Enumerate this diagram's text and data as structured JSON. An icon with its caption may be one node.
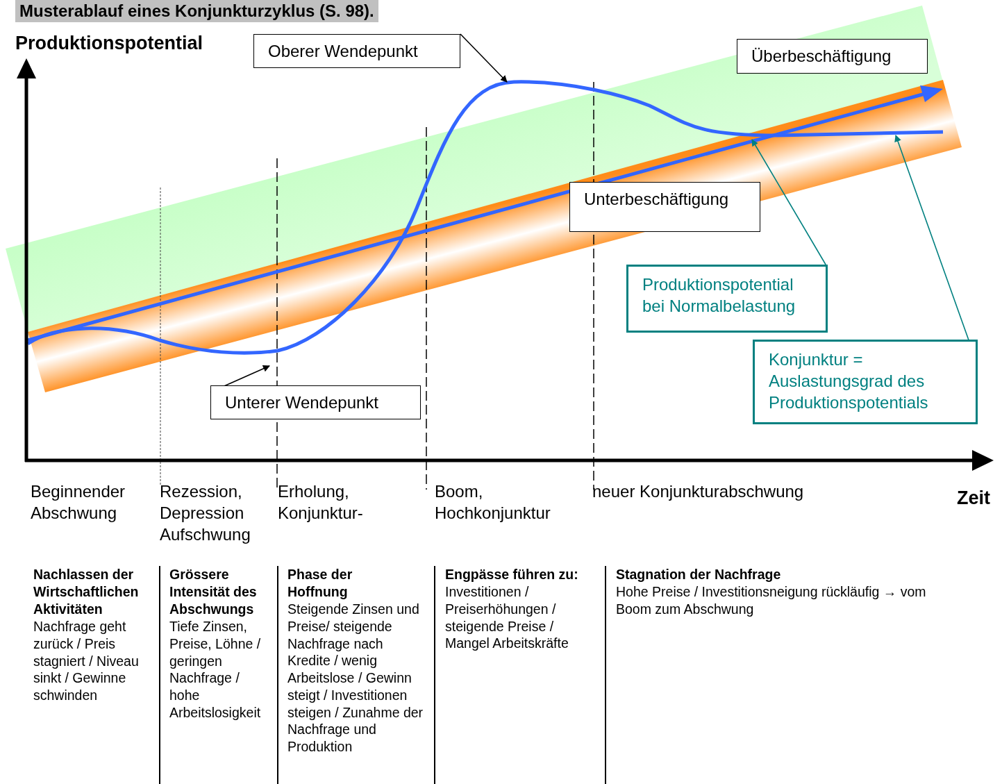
{
  "diagram": {
    "title": "Musterablauf eines Konjunkturzyklus (S. 98).",
    "nodes": [
      {
        "text": [
          "Oberer Wendepunkt"
        ]
      },
      {
        "text": [
          "Unterer Wendepunkt"
        ]
      },
      {
        "text": [
          "Überbeschäftigung"
        ]
      },
      {
        "text": [
          "Unterbeschäftigung"
        ]
      },
      {
        "text": [
          "Produktionspotential bei Normalbelastung"
        ]
      },
      {
        "text": [
          "Konjunktur = Auslastungsgrad des Produktionspotentials"
        ]
      }
    ],
    "edges": [
      {
        "from": 0,
        "to": null,
        "arrow": "to"
      },
      {
        "from": 1,
        "to": null,
        "arrow": "to"
      },
      {
        "from": 4,
        "to": null,
        "arrow": "to",
        "color": "#008080"
      },
      {
        "from": 5,
        "to": null,
        "arrow": "to",
        "color": "#008080"
      }
    ],
    "labels": [
      "Produktionspotential",
      "Beginnender Abschwung",
      "Rezession, Depression Aufschwung",
      "Erholung, Konjunktur-",
      "Boom, Hochkonjunktur",
      "neuer Konjunkturabschwung",
      "Zeit",
      "Nachlassen der Wirtschaftlichen Aktivitäten",
      "Nachfrage geht zurück / Preis stagniert / Niveau sinkt / Gewinne schwinden",
      "Grössere Intensität des Abschwungs",
      "Tiefe Zinsen, Preise, Löhne / geringen Nachfrage / hohe Arbeitslosigkeit",
      "Phase der Hoffnung",
      "Steigende Zinsen und Preise/ steigende Nachfrage nach Kredite / wenig Arbeitslose / Gewinn steigt / Investitionen steigen / Zunahme der Nachfrage und Produktion",
      "Engpässe führen zu:",
      "Investitionen / Preiserhöhungen / steigende Preise / Mangel Arbeitskräfte",
      "Stagnation der Nachfrage",
      "Hohe Preise / Investitionsneigung rückläufig → vom Boom zum Abschwung"
    ]
  }
}
